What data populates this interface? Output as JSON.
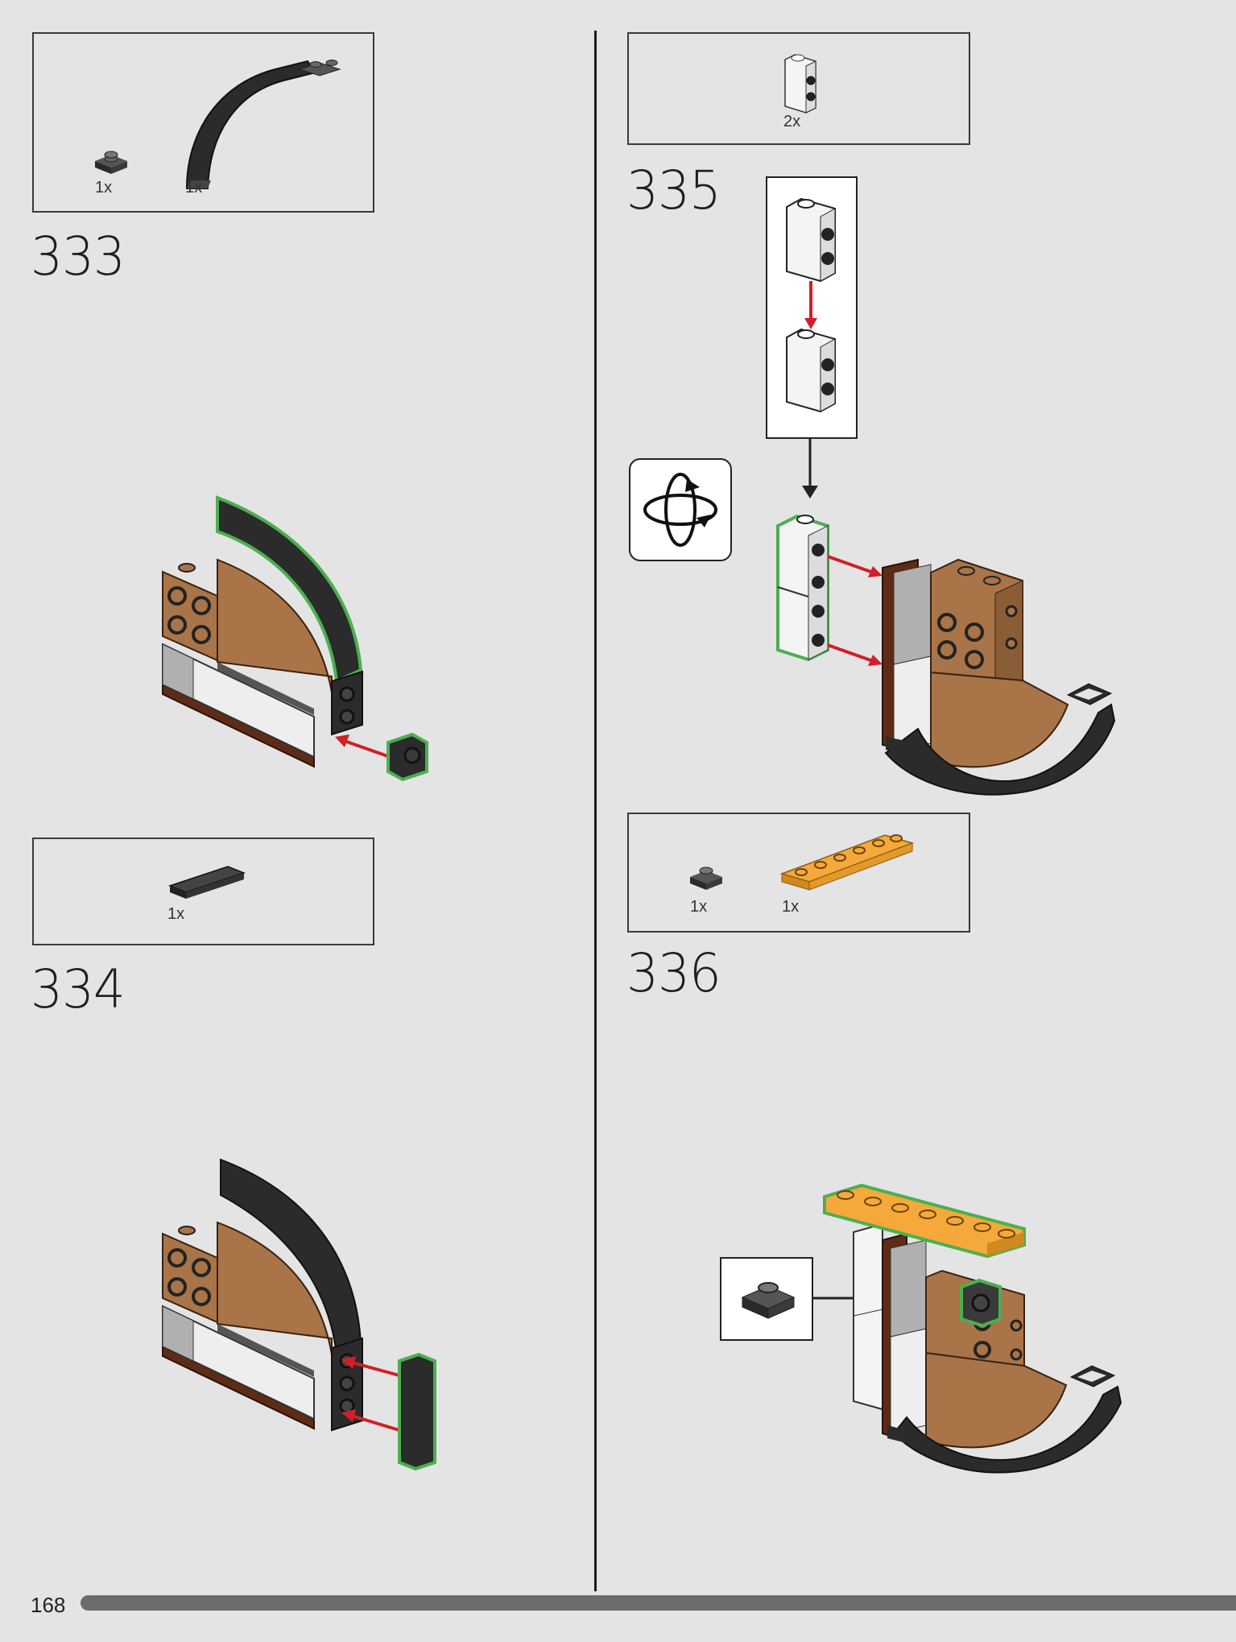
{
  "page": {
    "number": "168",
    "progress_fraction": 1.0
  },
  "steps": [
    {
      "number": "333",
      "parts": [
        {
          "count": "1x",
          "icon": "dark-plate-1x1-icon"
        },
        {
          "count": "1x",
          "icon": "black-arch-curve-icon"
        }
      ]
    },
    {
      "number": "334",
      "parts": [
        {
          "count": "1x",
          "icon": "black-tile-1x4-icon"
        }
      ]
    },
    {
      "number": "335",
      "parts": [
        {
          "count": "2x",
          "icon": "white-brick-studs-side-icon"
        }
      ]
    },
    {
      "number": "336",
      "parts": [
        {
          "count": "1x",
          "icon": "dark-plate-1x1-icon"
        },
        {
          "count": "1x",
          "icon": "orange-plate-1x6-icon"
        }
      ]
    }
  ],
  "colors": {
    "background": "#e4e4e4",
    "medium_nougat": "#a87448",
    "reddish_brown": "#5e2c16",
    "black": "#2b2b2b",
    "white": "#f4f4f4",
    "orange": "#f4a93a",
    "highlight_green": "#4caf50",
    "arrow_red": "#d02028"
  }
}
